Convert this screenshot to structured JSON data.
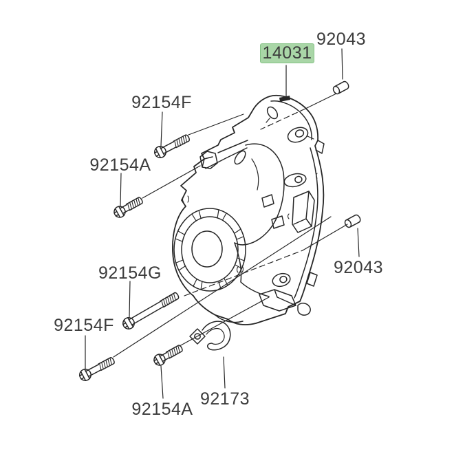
{
  "diagram": {
    "background_color": "#ffffff",
    "line_color": "#262626",
    "text_color": "#3c3c3c",
    "highlight_fill": "#a9d6a7",
    "highlight_border": "#85c285",
    "selected_part_code": "14031",
    "parts": {
      "cover": {
        "code": "14031",
        "highlighted": true
      },
      "dowel_pin_top": {
        "code": "92043"
      },
      "dowel_pin_right": {
        "code": "92043"
      },
      "bolt_top_left": {
        "code": "92154F"
      },
      "bolt_left": {
        "code": "92154A"
      },
      "bolt_long": {
        "code": "92154G"
      },
      "bolt_bottom_left": {
        "code": "92154F"
      },
      "bolt_bottom": {
        "code": "92154A"
      },
      "clamp_bracket": {
        "code": "92173"
      }
    }
  }
}
